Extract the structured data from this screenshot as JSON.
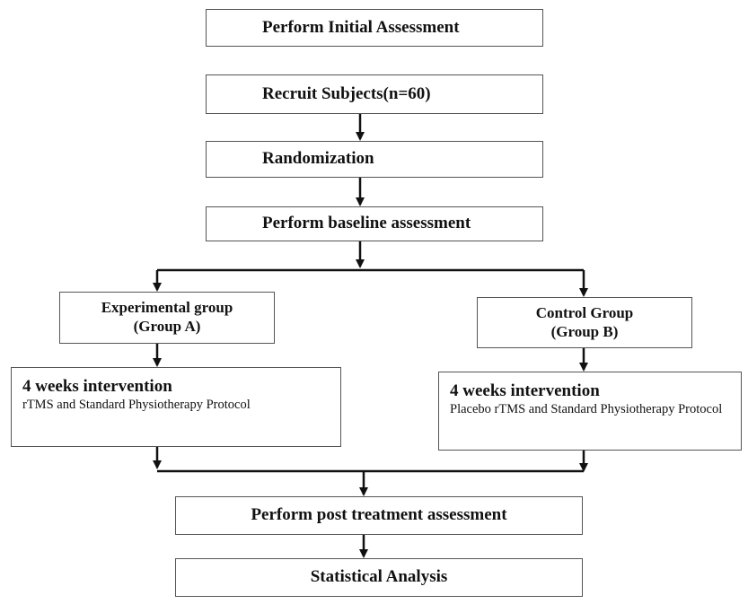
{
  "flowchart": {
    "steps": {
      "initial_assessment": "Perform Initial Assessment",
      "recruit": "Recruit Subjects(n=60)",
      "randomization": "Randomization",
      "baseline": "Perform baseline assessment",
      "post_treatment": "Perform post treatment assessment",
      "analysis": "Statistical Analysis"
    },
    "groups": {
      "experimental": {
        "name": "Experimental group",
        "label": "(Group A)",
        "intervention_title": "4 weeks intervention",
        "intervention_desc": "rTMS and Standard Physiotherapy Protocol"
      },
      "control": {
        "name": "Control Group",
        "label": "(Group B)",
        "intervention_title": "4 weeks intervention",
        "intervention_desc": "Placebo rTMS and Standard Physiotherapy Protocol"
      }
    },
    "colors": {
      "line": "#111111",
      "border": "#555555",
      "text": "#111111",
      "background": "#ffffff"
    }
  }
}
